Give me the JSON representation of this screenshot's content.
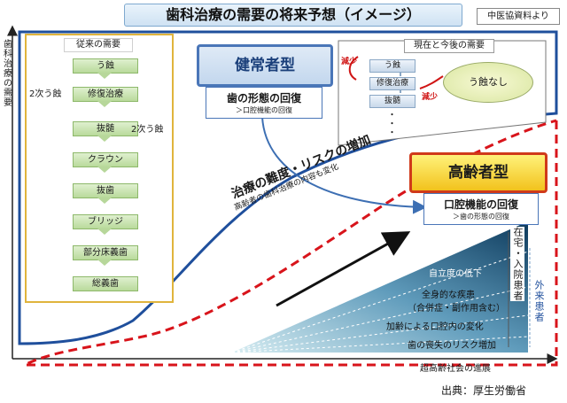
{
  "header": {
    "title": "歯科治療の需要の将来予想（イメージ）",
    "source_top": "中医協資料より"
  },
  "axes": {
    "y_label": "歯科治療の需要",
    "x_label": "超高齢社会の進展"
  },
  "footer": {
    "source": "出典：厚生労働省"
  },
  "old_demand": {
    "title": "従来の需要",
    "steps": [
      "う蝕",
      "修復治療",
      "抜髄",
      "クラウン",
      "抜歯",
      "ブリッジ",
      "部分床義歯",
      "総義歯"
    ],
    "secondary_left": "2次う蝕",
    "secondary_right": "2次う蝕"
  },
  "healthy": {
    "label": "健常者型",
    "main": "歯の形態の回復",
    "sub": "＞口腔機能の回復"
  },
  "elderly": {
    "label": "高齢者型",
    "main": "口腔機能の回復",
    "sub": "＞歯の形態の回復"
  },
  "now_future": {
    "title": "現在と今後の需要",
    "steps": [
      "う蝕",
      "修復治療",
      "抜髄",
      "・・・"
    ],
    "reduce_label": "減少",
    "no_decay": "う蝕なし"
  },
  "risk": {
    "main": "治療の難度・リスクの増加",
    "sub": "高齢者の歯科治療の内容も変化"
  },
  "bands": [
    "自立度の低下",
    "全身的な疾患",
    "（合併症・副作用含む）",
    "加齢による口腔内の変化",
    "歯の喪失のリスク増加"
  ],
  "patients": {
    "home": "在宅・入院患者",
    "outpatient": "外来患者"
  },
  "colors": {
    "blue_curve": "#1f4f9c",
    "red_dashed": "#d8141b",
    "healthy_accent": "#4a76b8",
    "elderly_accent": "#d03a1a",
    "band_dark": "#0f3f63",
    "band_light": "#cfe6ee"
  }
}
